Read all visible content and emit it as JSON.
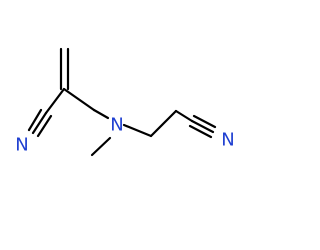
{
  "molecule": {
    "atoms": {
      "nitrile_n_left": "N",
      "amine_n": "N",
      "nitrile_n_right": "N"
    },
    "colors": {
      "bond": "#000000",
      "heteroatom": "#1f3fd1"
    }
  }
}
